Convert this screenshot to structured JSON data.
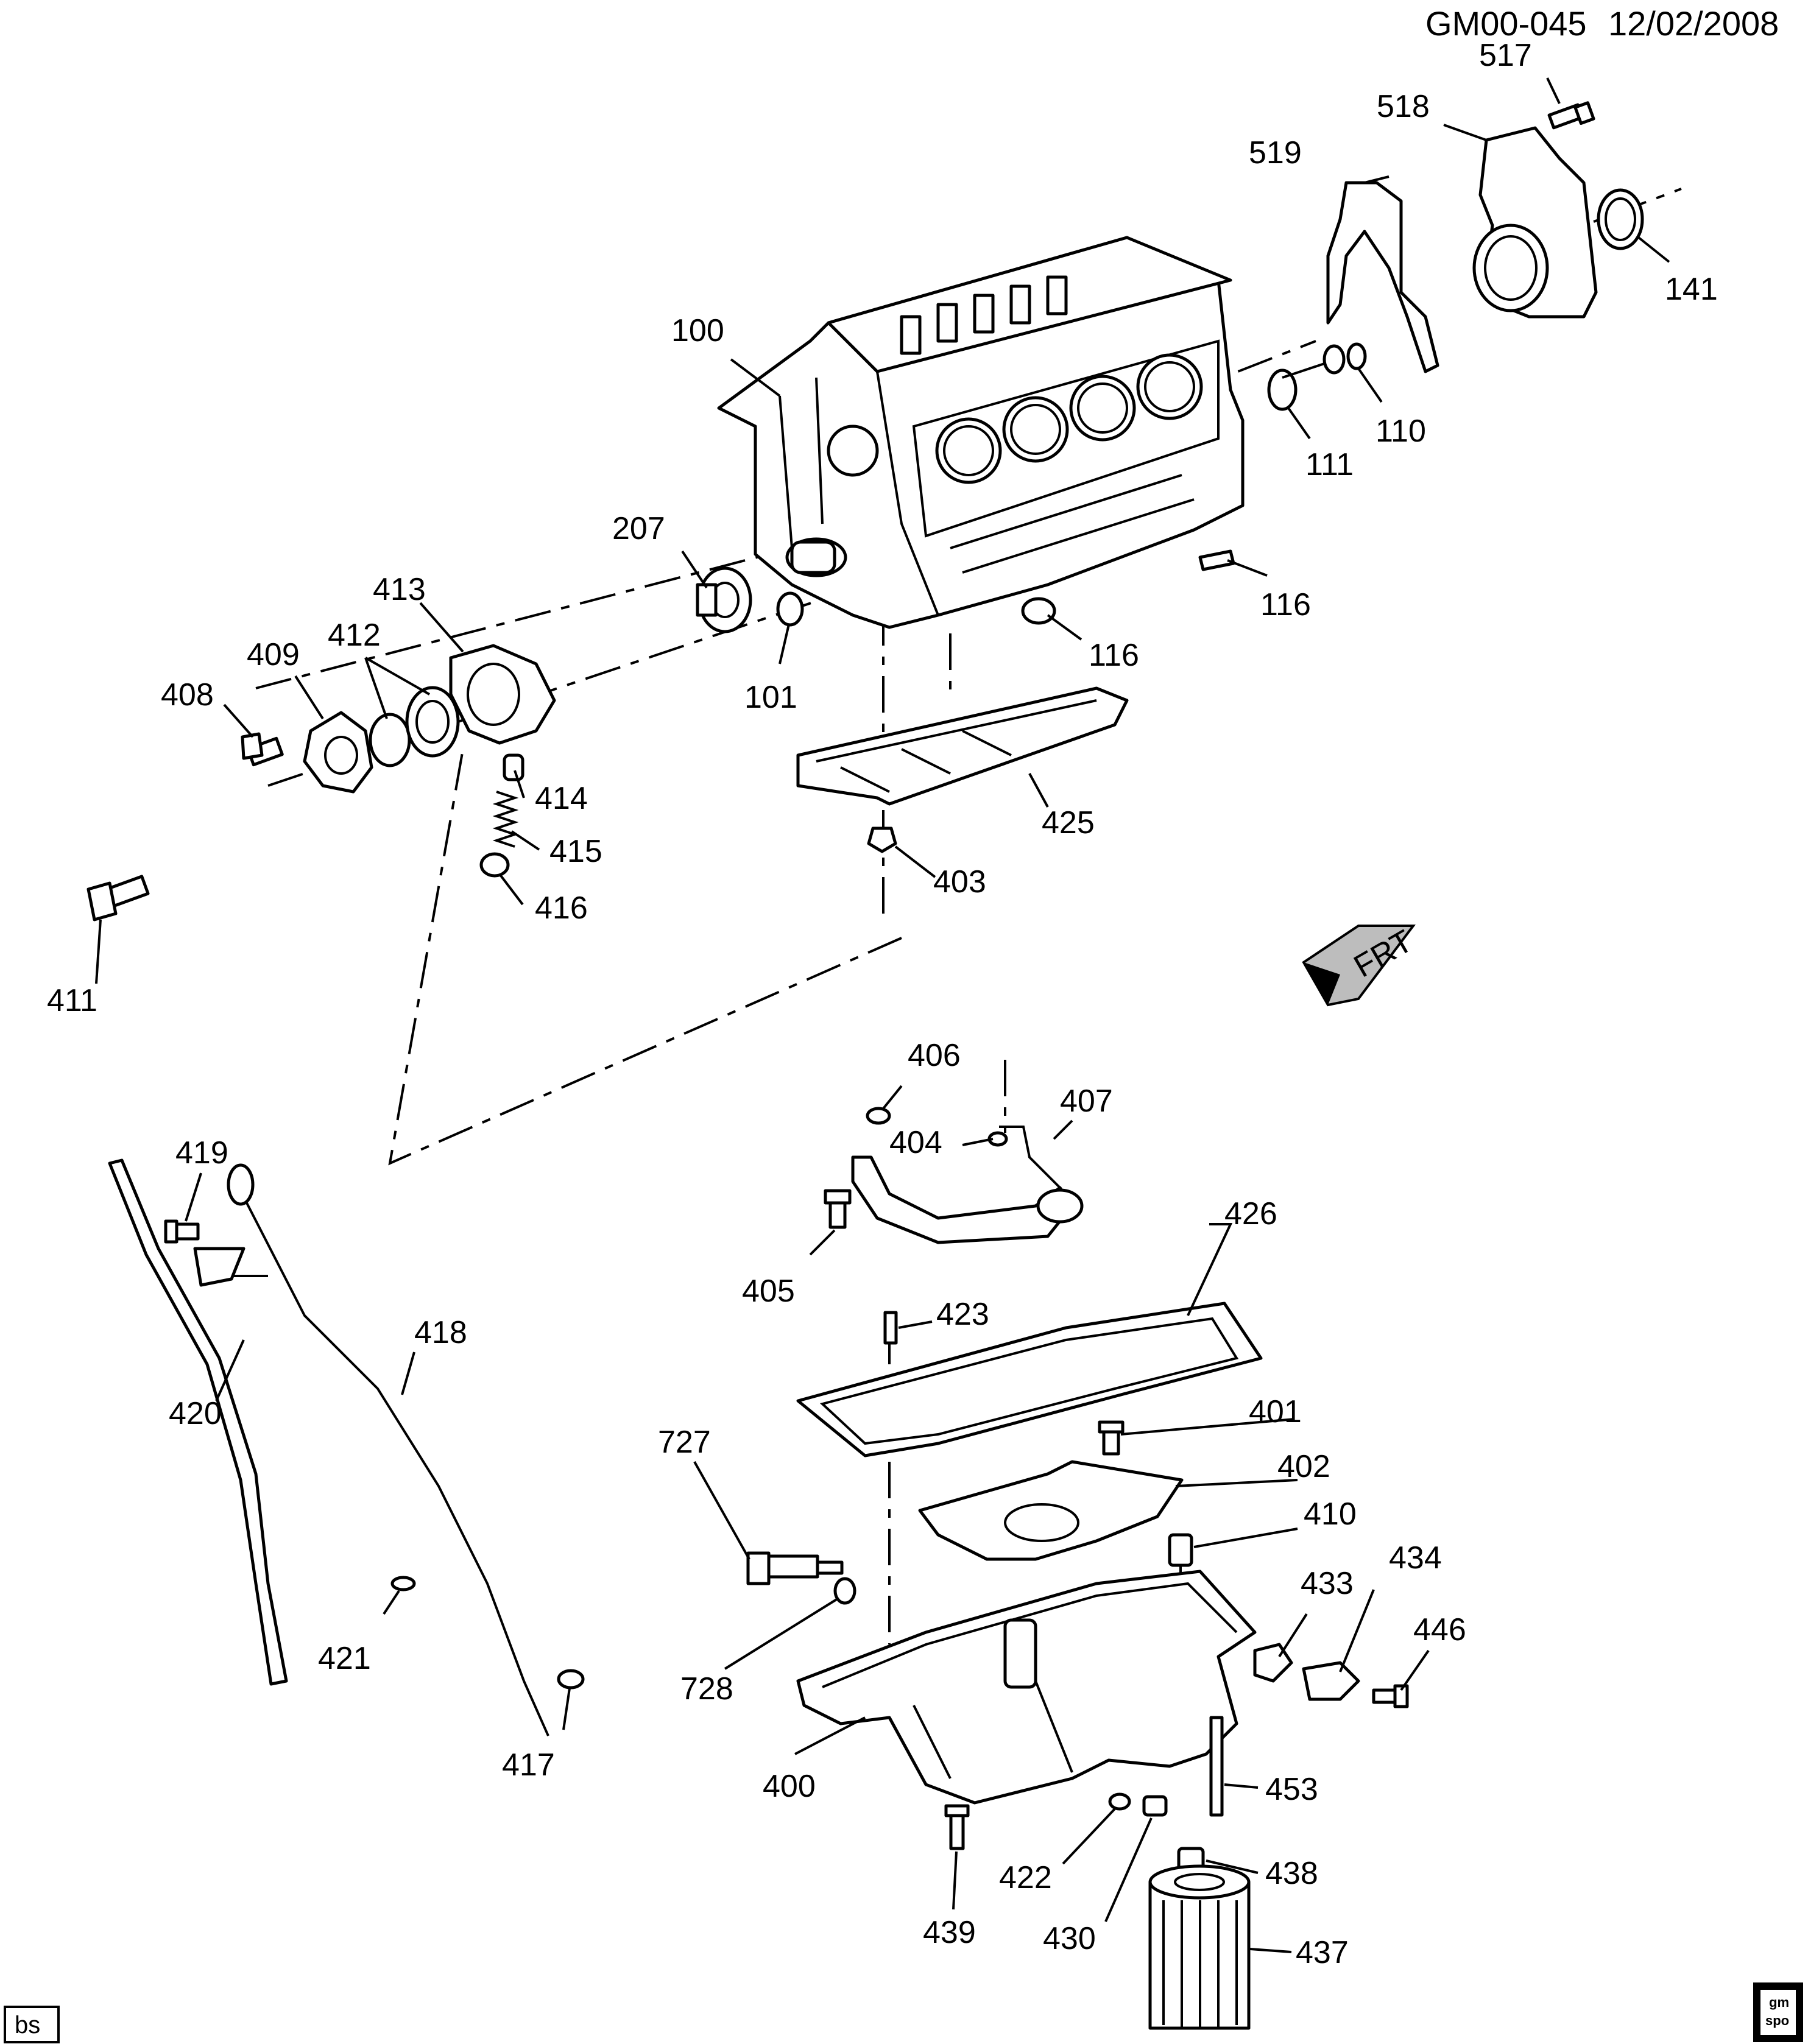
{
  "header": {
    "doc_id": "GM00-045",
    "date": "12/02/2008"
  },
  "footer": {
    "badge": "bs",
    "logo_line1": "gm",
    "logo_line2": "spo"
  },
  "direction_indicator": {
    "text": "FRT"
  },
  "callouts": {
    "c100": "100",
    "c101": "101",
    "c110": "110",
    "c111": "111",
    "c116a": "116",
    "c116b": "116",
    "c141": "141",
    "c207": "207",
    "c400": "400",
    "c401": "401",
    "c402": "402",
    "c403": "403",
    "c404": "404",
    "c405": "405",
    "c406": "406",
    "c407": "407",
    "c408": "408",
    "c409": "409",
    "c410": "410",
    "c411": "411",
    "c412": "412",
    "c413": "413",
    "c414": "414",
    "c415": "415",
    "c416": "416",
    "c417": "417",
    "c418": "418",
    "c419": "419",
    "c420": "420",
    "c421": "421",
    "c422": "422",
    "c423": "423",
    "c425": "425",
    "c426": "426",
    "c430": "430",
    "c433": "433",
    "c434": "434",
    "c437": "437",
    "c438": "438",
    "c439": "439",
    "c446": "446",
    "c453": "453",
    "c517": "517",
    "c518": "518",
    "c519": "519",
    "c727": "727",
    "c728": "728"
  }
}
